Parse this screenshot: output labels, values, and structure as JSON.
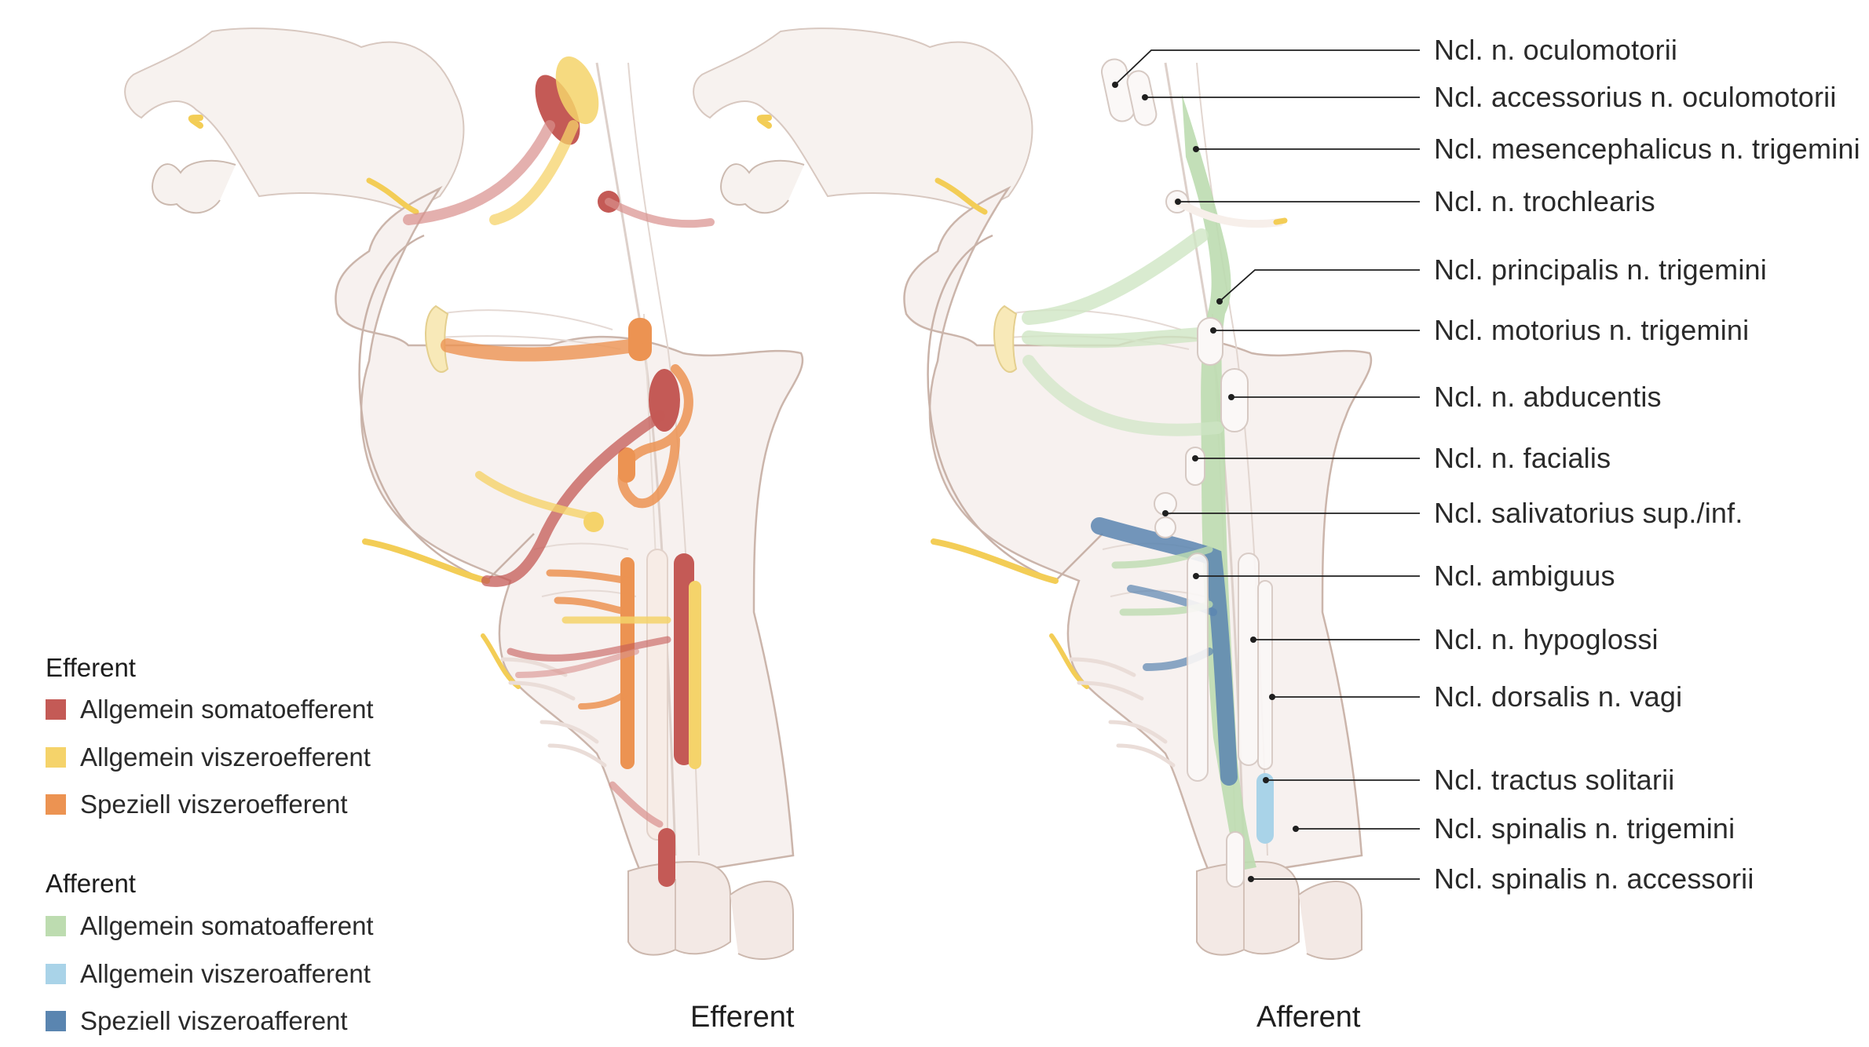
{
  "legend": {
    "efferent_title": "Efferent",
    "efferent_items": [
      {
        "label": "Allgemein somatoefferent",
        "color": "#c45a56"
      },
      {
        "label": "Allgemein viszeroefferent",
        "color": "#f5d36a"
      },
      {
        "label": "Speziell viszeroefferent",
        "color": "#ec9352"
      }
    ],
    "afferent_title": "Afferent",
    "afferent_items": [
      {
        "label": "Allgemein somatoafferent",
        "color": "#bddcb0"
      },
      {
        "label": "Allgemein viszeroafferent",
        "color": "#a9d3e8"
      },
      {
        "label": "Speziell viszeroafferent",
        "color": "#5a85b0"
      }
    ]
  },
  "captions": {
    "left": "Efferent",
    "right": "Afferent"
  },
  "nuclei_labels": [
    "Ncl. n. oculomotorii",
    "Ncl. accessorius n. oculomotorii",
    "Ncl. mesencephalicus n. trigemini",
    "Ncl. n. trochlearis",
    "Ncl. principalis n. trigemini",
    "Ncl. motorius n. trigemini",
    "Ncl. n. abducentis",
    "Ncl. n. facialis",
    "Ncl. salivatorius sup./inf.",
    "Ncl. ambiguus",
    "Ncl. n. hypoglossi",
    "Ncl. dorsalis n. vagi",
    "Ncl. tractus solitarii",
    "Ncl. spinalis n. trigemini",
    "Ncl. spinalis n. accessorii"
  ]
}
